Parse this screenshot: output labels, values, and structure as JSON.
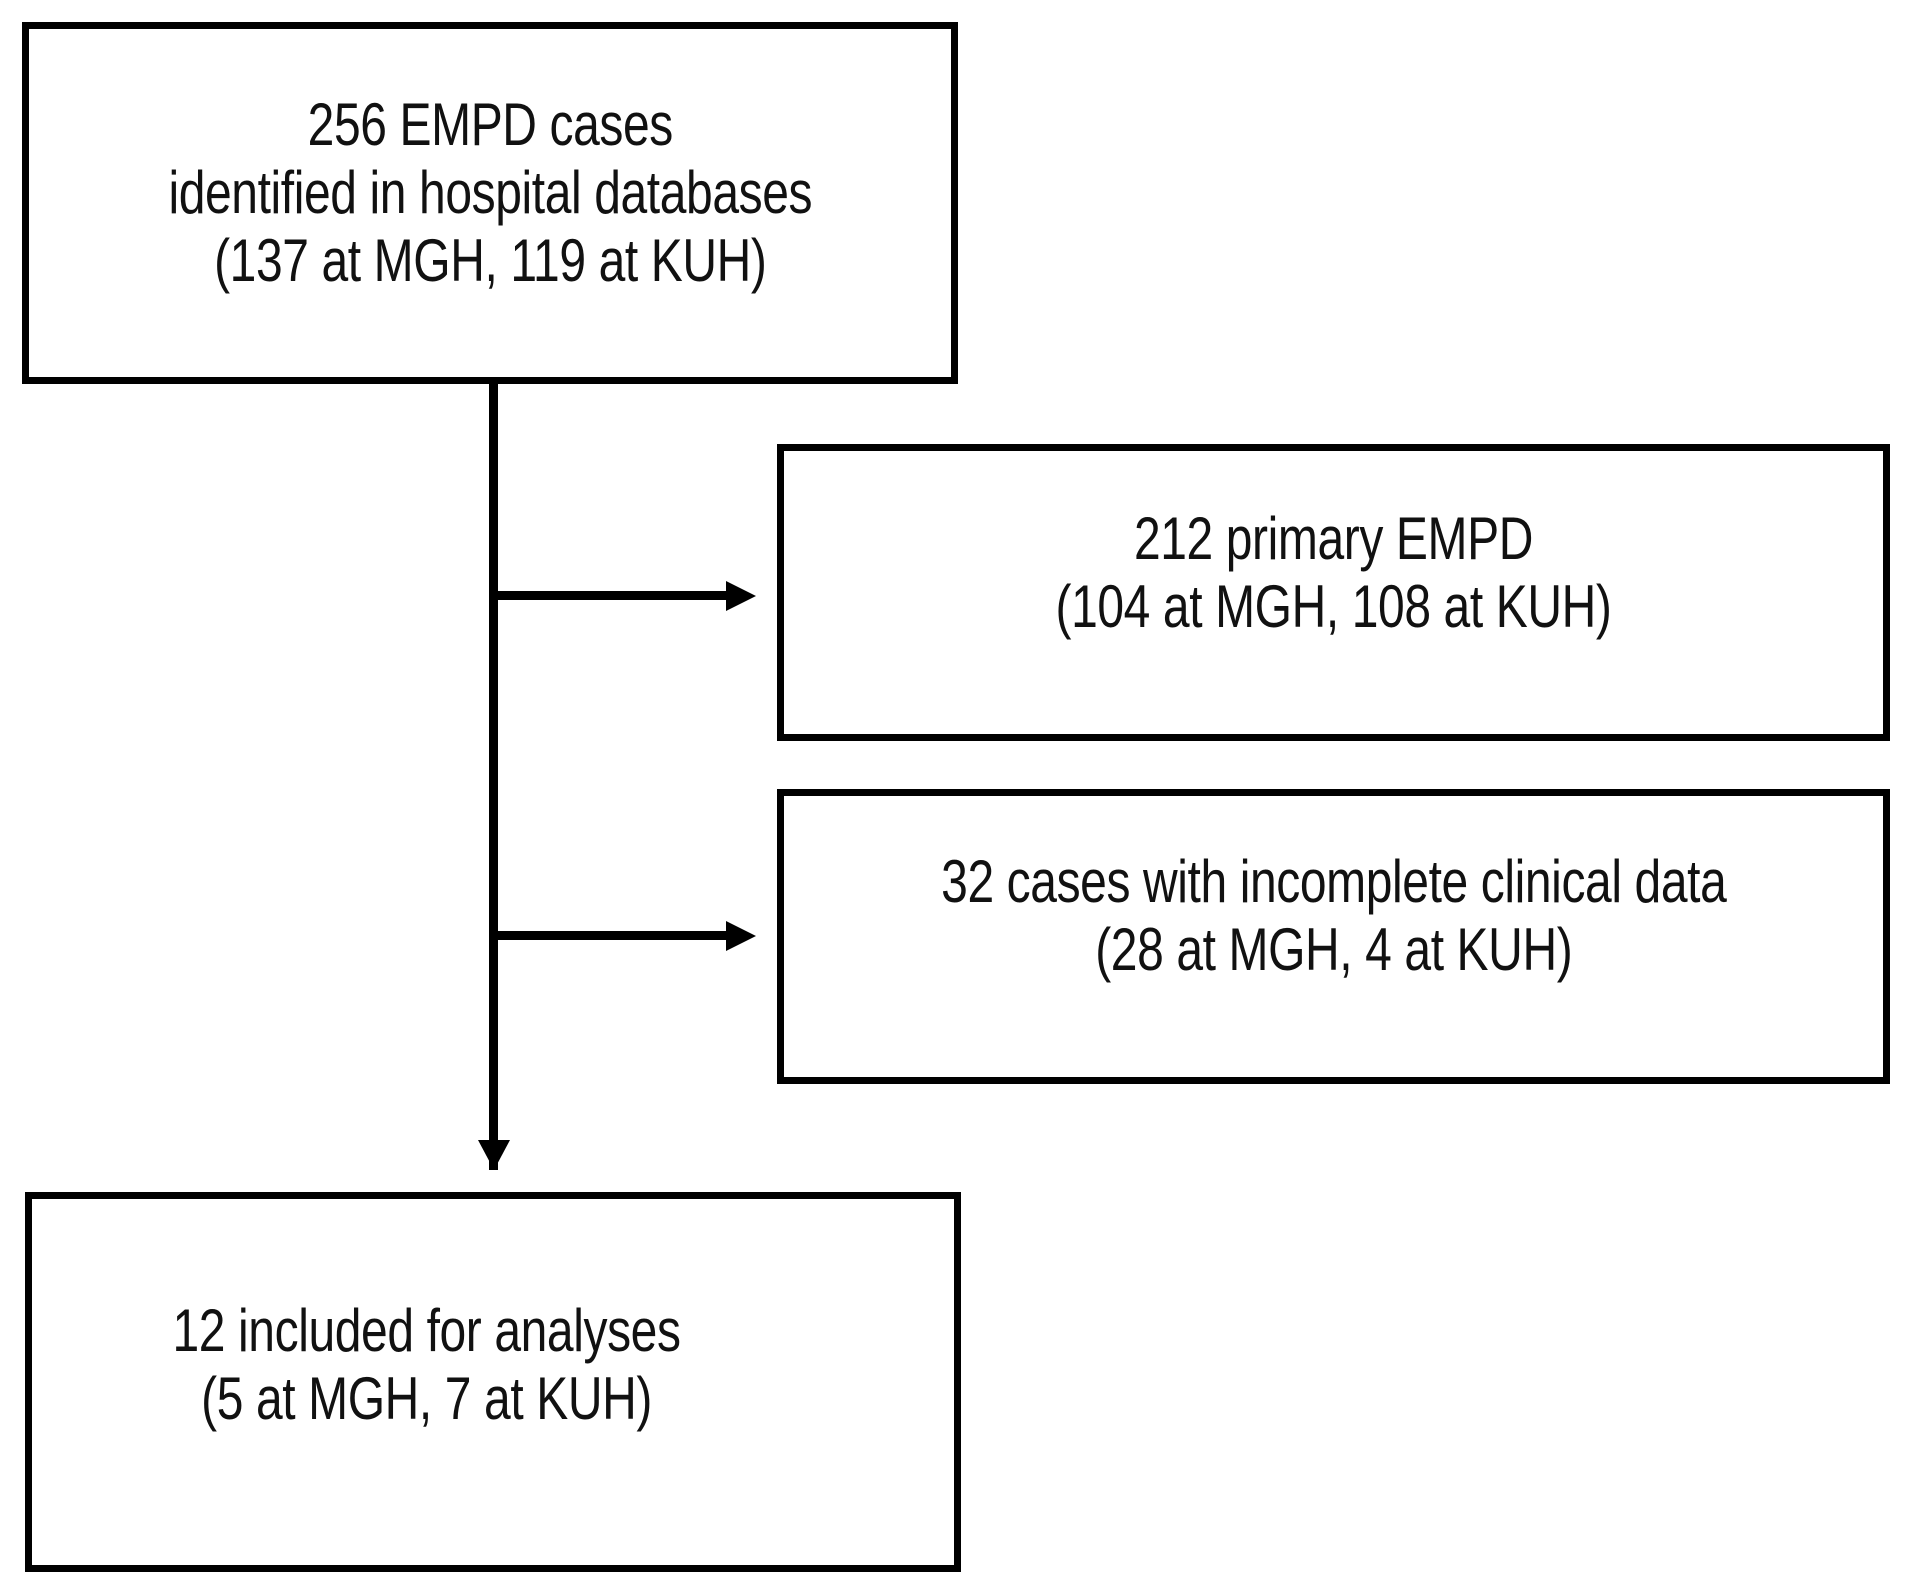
{
  "diagram": {
    "type": "flowchart",
    "title": "EMPD case selection flow diagram",
    "orientation": "top-to-bottom with right-side exclusion branches",
    "colors": {
      "box_border": "#000000",
      "box_fill": "#ffffff",
      "connector": "#000000",
      "text": "#111111",
      "background": "#ffffff"
    },
    "nodes": [
      {
        "id": "source",
        "role": "start",
        "text": "256 EMPD cases\nidentified in hospital databases\n(137 at MGH, 119 at KUH)",
        "lines": [
          "256 EMPD cases",
          "identified in hospital databases",
          "(137 at MGH, 119 at KUH)"
        ],
        "count": 256,
        "breakdown": {
          "MGH": 137,
          "KUH": 119
        }
      },
      {
        "id": "primary",
        "role": "excluded",
        "text": "212 primary EMPD\n(104 at MGH, 108 at KUH)",
        "lines": [
          "212 primary EMPD",
          "(104 at MGH, 108 at KUH)"
        ],
        "count": 212,
        "breakdown": {
          "MGH": 104,
          "KUH": 108
        }
      },
      {
        "id": "incomplete",
        "role": "excluded",
        "text": "32 cases with incomplete clinical data\n(28 at MGH, 4 at KUH)",
        "lines": [
          "32 cases with incomplete clinical data",
          "(28 at MGH, 4 at KUH)"
        ],
        "count": 32,
        "breakdown": {
          "MGH": 28,
          "KUH": 4
        }
      },
      {
        "id": "included",
        "role": "end",
        "text": "12 included for analyses\n(5 at MGH, 7 at KUH)",
        "lines": [
          "12 included for analyses",
          "(5 at MGH, 7 at KUH)"
        ],
        "count": 12,
        "breakdown": {
          "MGH": 5,
          "KUH": 7
        }
      }
    ],
    "edges": [
      {
        "id": "edge-source-primary",
        "from": "source",
        "to": "primary",
        "arrow": "right"
      },
      {
        "id": "edge-source-incomplete",
        "from": "source",
        "to": "incomplete",
        "arrow": "right"
      },
      {
        "id": "edge-source-included",
        "from": "source",
        "to": "included",
        "arrow": "down"
      }
    ]
  }
}
